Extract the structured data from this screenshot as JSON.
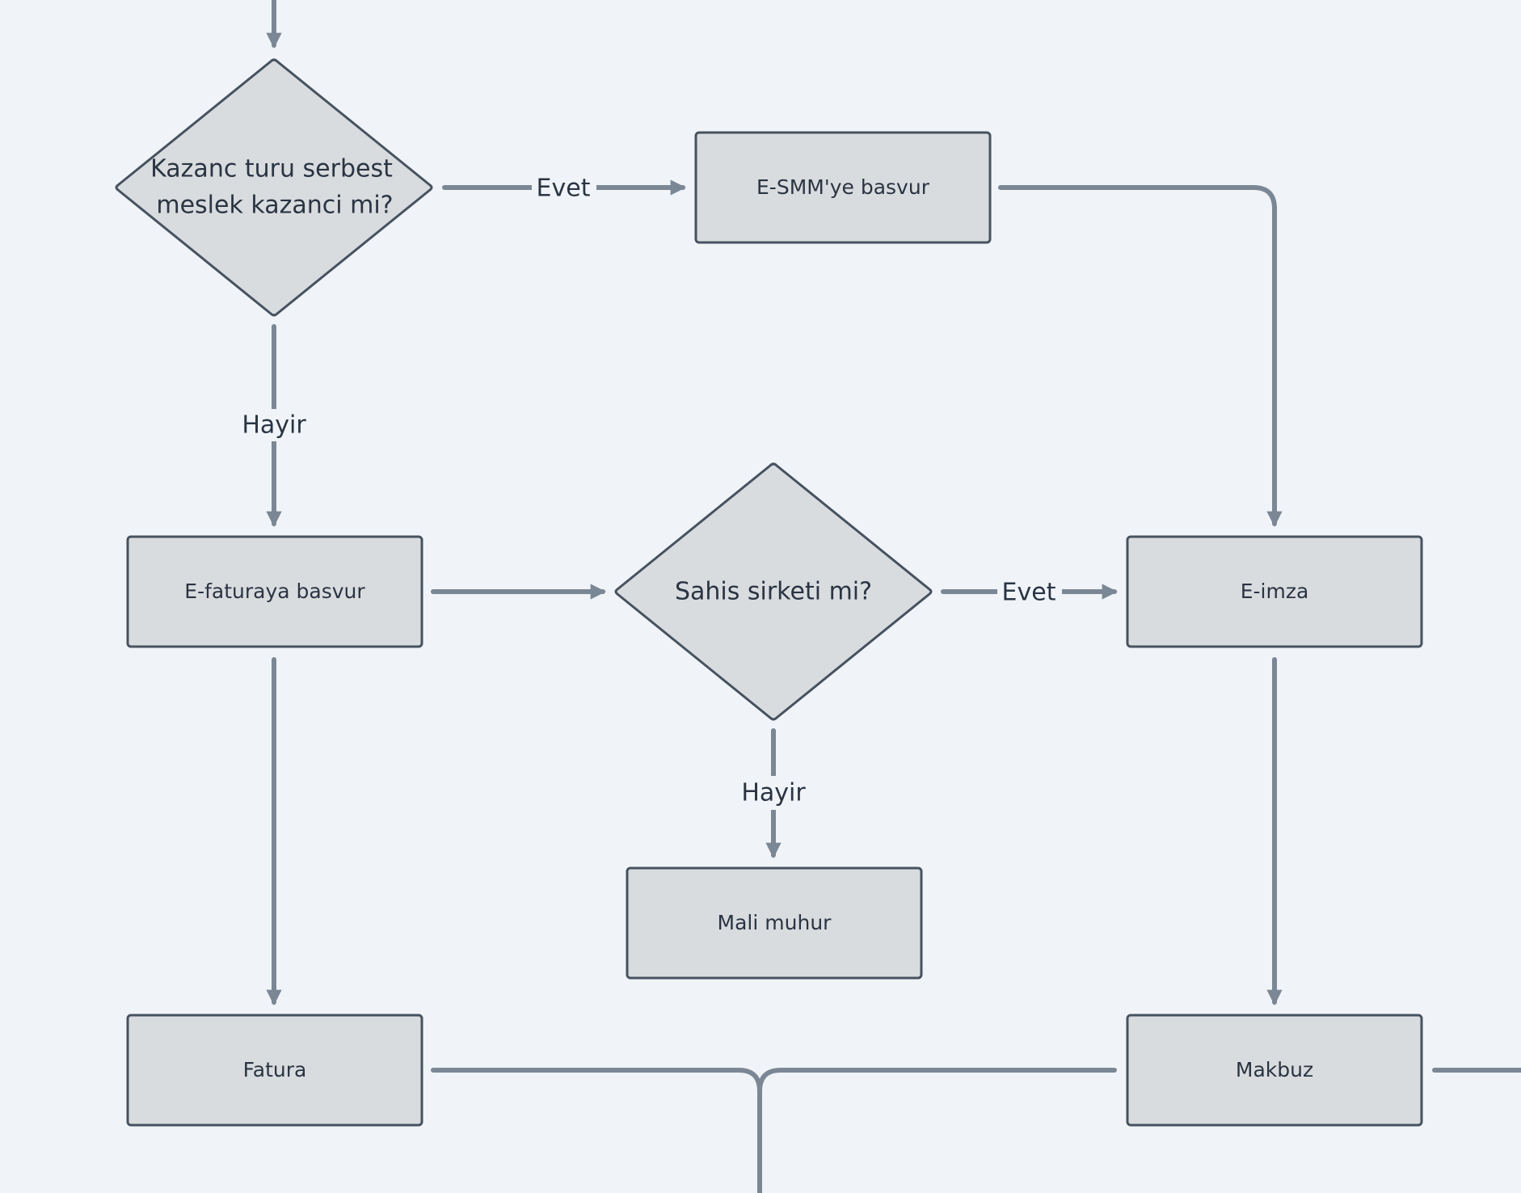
{
  "nodes": {
    "decision_kazanc": {
      "lines": [
        "Kazanc turu serbest",
        "meslek kazanci mi?"
      ]
    },
    "decision_sahis": {
      "lines": [
        "Sahis sirketi mi?"
      ]
    },
    "box_esmm": {
      "label": "E-SMM'ye basvur"
    },
    "box_efatura": {
      "label": "E-faturaya basvur"
    },
    "box_eimza": {
      "label": "E-imza"
    },
    "box_mali_muhur": {
      "label": "Mali muhur"
    },
    "box_fatura": {
      "label": "Fatura"
    },
    "box_makbuz": {
      "label": "Makbuz"
    }
  },
  "edges": {
    "kazanc_yes": "Evet",
    "kazanc_no": "Hayir",
    "sahis_yes": "Evet",
    "sahis_no": "Hayir"
  },
  "colors": {
    "background": "#f0f4f8",
    "node_fill": "#d9dcdf",
    "node_stroke": "#475260",
    "edge": "#7b8794",
    "text": "#2a3442"
  }
}
